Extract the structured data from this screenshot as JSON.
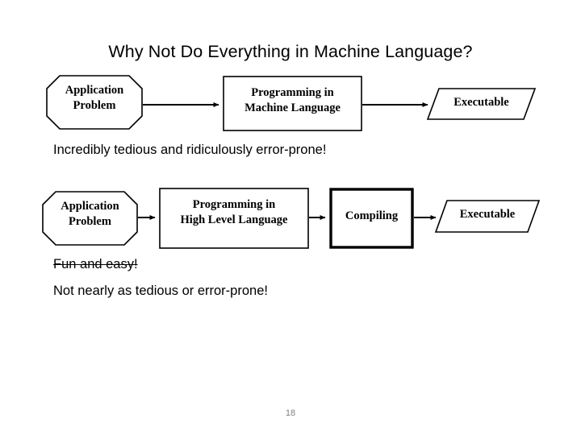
{
  "slide": {
    "title": "Why Not Do Everything in Machine Language?",
    "page_number": "18",
    "background_color": "#ffffff",
    "text_color": "#000000",
    "page_number_color": "#808080"
  },
  "flow_machine_language": {
    "nodes": [
      {
        "id": "application-problem-1",
        "shape": "octagon",
        "line_1": "Application",
        "line_2": "Problem"
      },
      {
        "id": "programming-machine-language",
        "shape": "rectangle",
        "line_1": "Programming in",
        "line_2": "Machine Language"
      },
      {
        "id": "executable-1",
        "shape": "parallelogram",
        "line_1": "Executable"
      }
    ],
    "caption": "Incredibly tedious and ridiculously error-prone!"
  },
  "flow_high_level_language": {
    "nodes": [
      {
        "id": "application-problem-2",
        "shape": "octagon",
        "line_1": "Application",
        "line_2": "Problem"
      },
      {
        "id": "programming-high-level-language",
        "shape": "rectangle",
        "line_1": "Programming in",
        "line_2": "High Level Language"
      },
      {
        "id": "compiling",
        "shape": "rectangle-thick",
        "line_1": "Compiling"
      },
      {
        "id": "executable-2",
        "shape": "parallelogram",
        "line_1": "Executable"
      }
    ],
    "caption_struck": "Fun and easy!",
    "caption": "Not nearly as tedious or error-prone!"
  }
}
